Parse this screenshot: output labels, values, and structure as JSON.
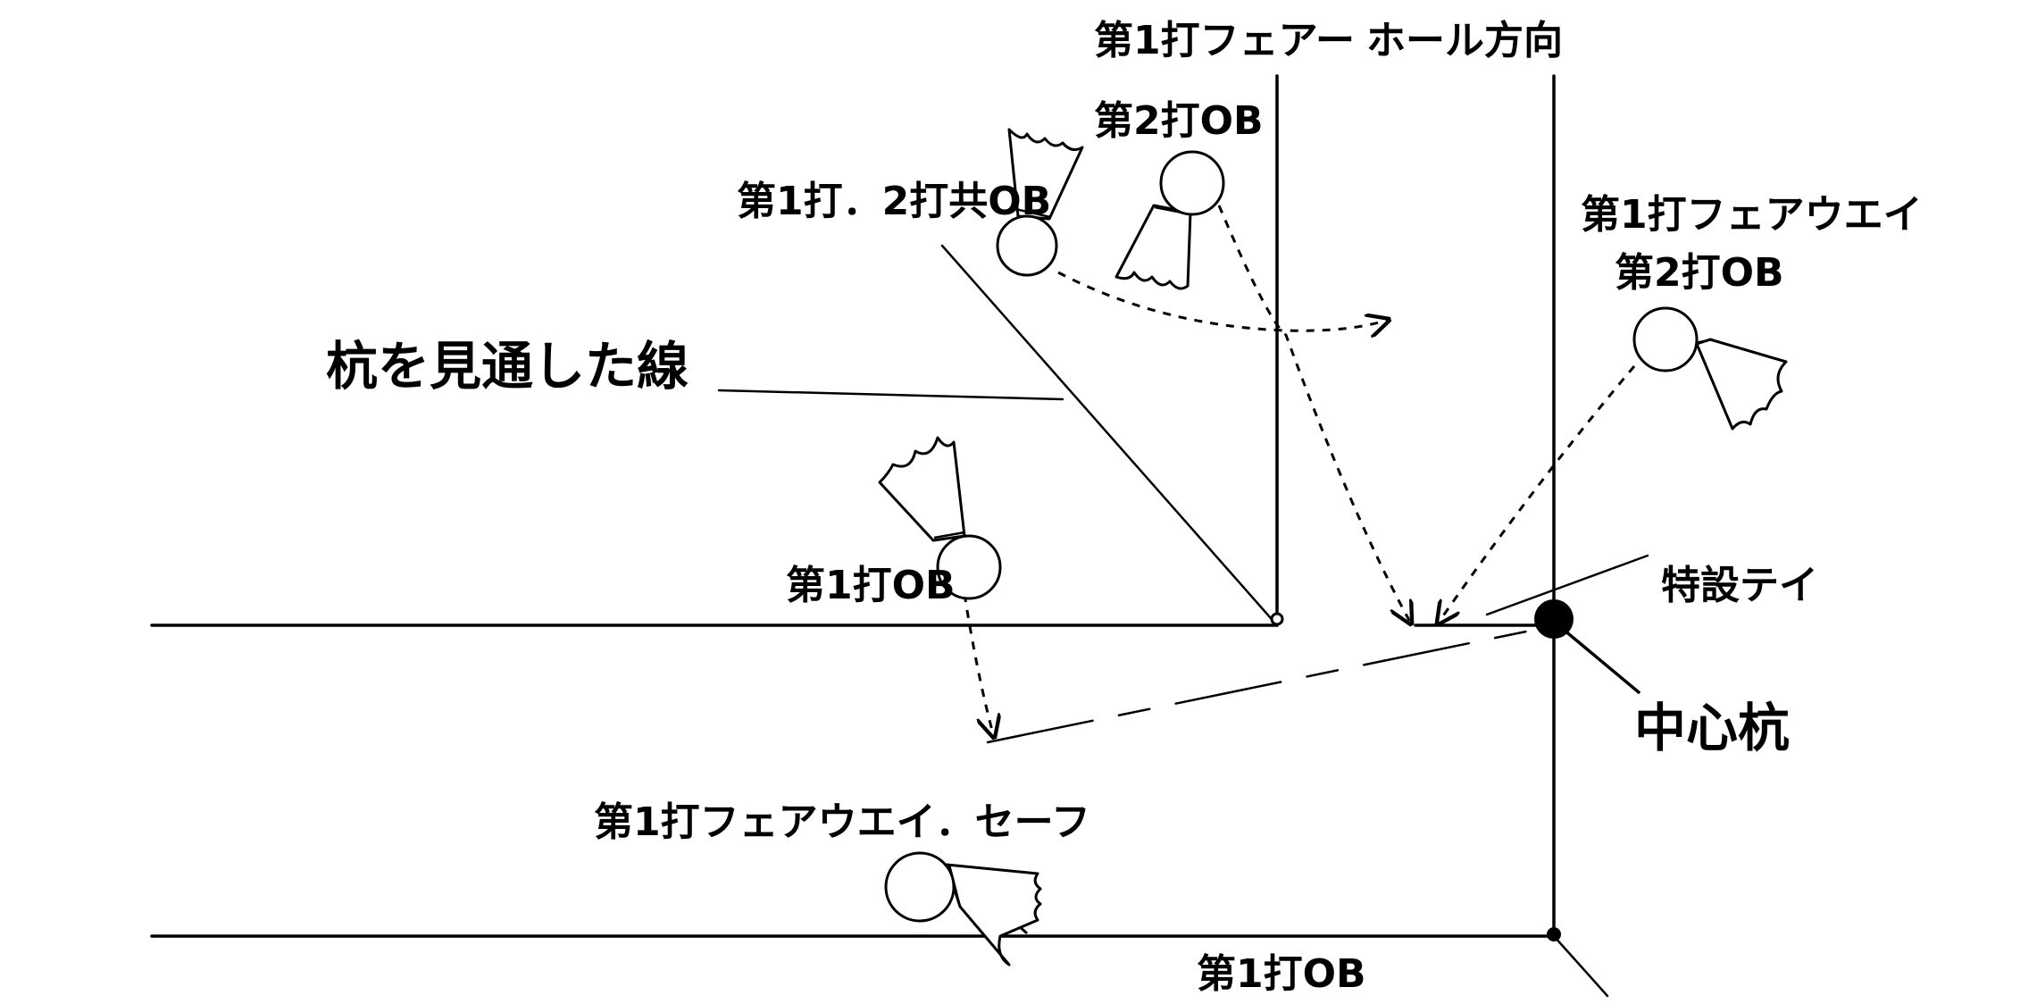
{
  "labels": {
    "fair_first_top": "第1打フェアー",
    "hole_direction": "ホール方向",
    "ob_second_top": "第2打OB",
    "both_ob": "第1打．2打共OB",
    "sight_line": "杭を見通した線",
    "fairway_first_right": "第1打フェアウエイ",
    "ob_second_right": "第2打OB",
    "ob_first_left": "第1打OB",
    "special_tee": "特設テイ",
    "center_stake": "中心杭",
    "fairway_safe": "第1打フェアウエイ．セーフ",
    "ob_first_bottom": "第1打OB"
  }
}
